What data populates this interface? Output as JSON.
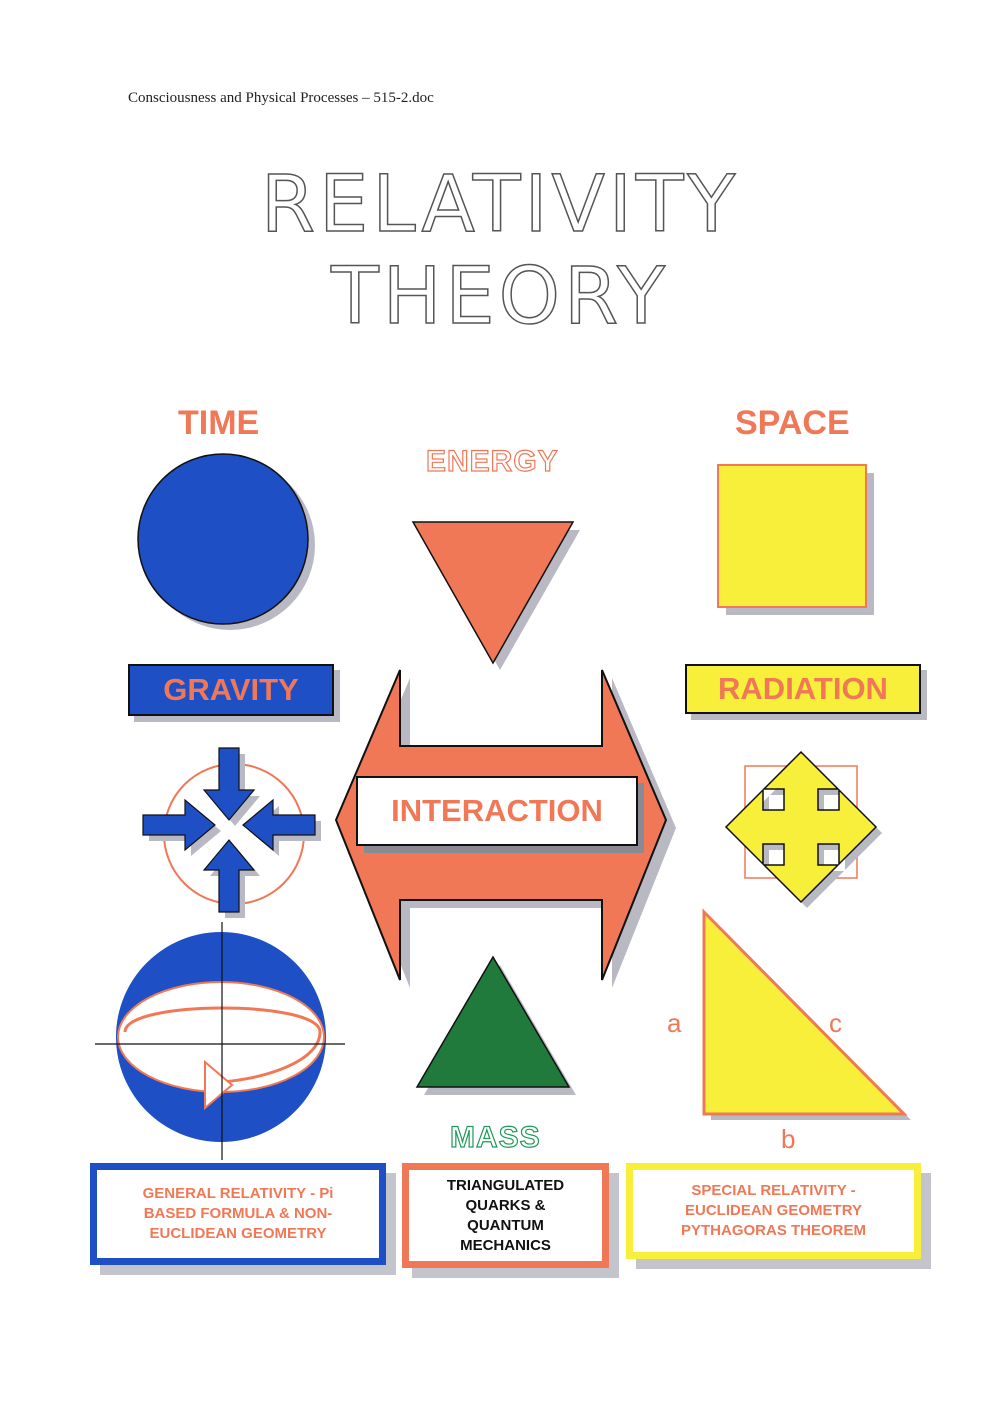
{
  "header": {
    "text": "Consciousness and Physical Processes – 515-2.doc"
  },
  "title": {
    "line1": "RELATIVITY",
    "line2": "THEORY"
  },
  "headings": {
    "time": "TIME",
    "space": "SPACE",
    "energy": "ENERGY",
    "mass": "MASS"
  },
  "labels": {
    "gravity": "GRAVITY",
    "radiation": "RADIATION",
    "interaction": "INTERACTION"
  },
  "triangle_sides": {
    "a": "a",
    "b": "b",
    "c": "c"
  },
  "boxes": {
    "general": "GENERAL RELATIVITY - Pi BASED FORMULA & NON-EUCLIDEAN GEOMETRY",
    "quarks": "TRIANGULATED QUARKS & QUANTUM MECHANICS",
    "special": "SPECIAL RELATIVITY - EUCLIDEAN GEOMETRY PYTHAGORAS THEOREM"
  },
  "colors": {
    "blue": "#1e4fc4",
    "salmon": "#f07856",
    "yellow": "#f7ef3a",
    "green": "#1f7a3c",
    "shadow": "#b9b9c4"
  }
}
